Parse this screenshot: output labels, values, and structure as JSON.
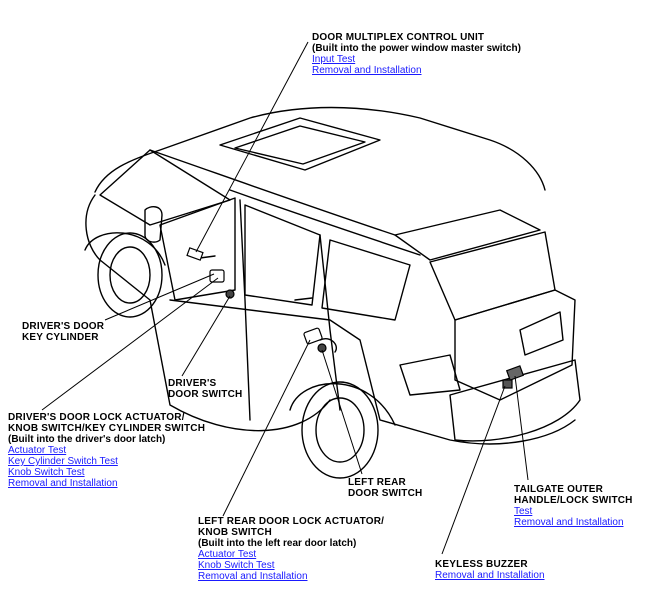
{
  "colors": {
    "link": "#1a1aff",
    "text": "#000000",
    "line": "#000000"
  },
  "callouts": {
    "door_multiplex": {
      "title": "DOOR MULTIPLEX CONTROL UNIT",
      "sub": "(Built into the power window master switch)",
      "links": [
        "Input Test",
        "Removal and Installation"
      ]
    },
    "driver_key_cylinder": {
      "title1": "DRIVER'S DOOR",
      "title2": "KEY CYLINDER"
    },
    "driver_door_switch": {
      "title1": "DRIVER'S",
      "title2": "DOOR SWITCH"
    },
    "driver_lock_actuator": {
      "title1": "DRIVER'S DOOR LOCK ACTUATOR/",
      "title2": "KNOB SWITCH/KEY CYLINDER SWITCH",
      "sub": "(Built into the driver's door latch)",
      "links": [
        "Actuator Test",
        "Key Cylinder Switch Test",
        "Knob Switch Test",
        "Removal and Installation"
      ]
    },
    "left_rear_switch": {
      "title1": "LEFT REAR",
      "title2": "DOOR SWITCH"
    },
    "tailgate": {
      "title1": "TAILGATE OUTER",
      "title2": "HANDLE/LOCK SWITCH",
      "links": [
        "Test",
        "Removal and Installation"
      ]
    },
    "left_rear_actuator": {
      "title1": "LEFT REAR DOOR LOCK ACTUATOR/",
      "title2": "KNOB SWITCH",
      "sub": "(Built into the left rear door latch)",
      "links": [
        "Actuator Test",
        "Knob Switch Test",
        "Removal and Installation"
      ]
    },
    "keyless_buzzer": {
      "title": "KEYLESS BUZZER",
      "links": [
        "Removal and Installation"
      ]
    }
  }
}
